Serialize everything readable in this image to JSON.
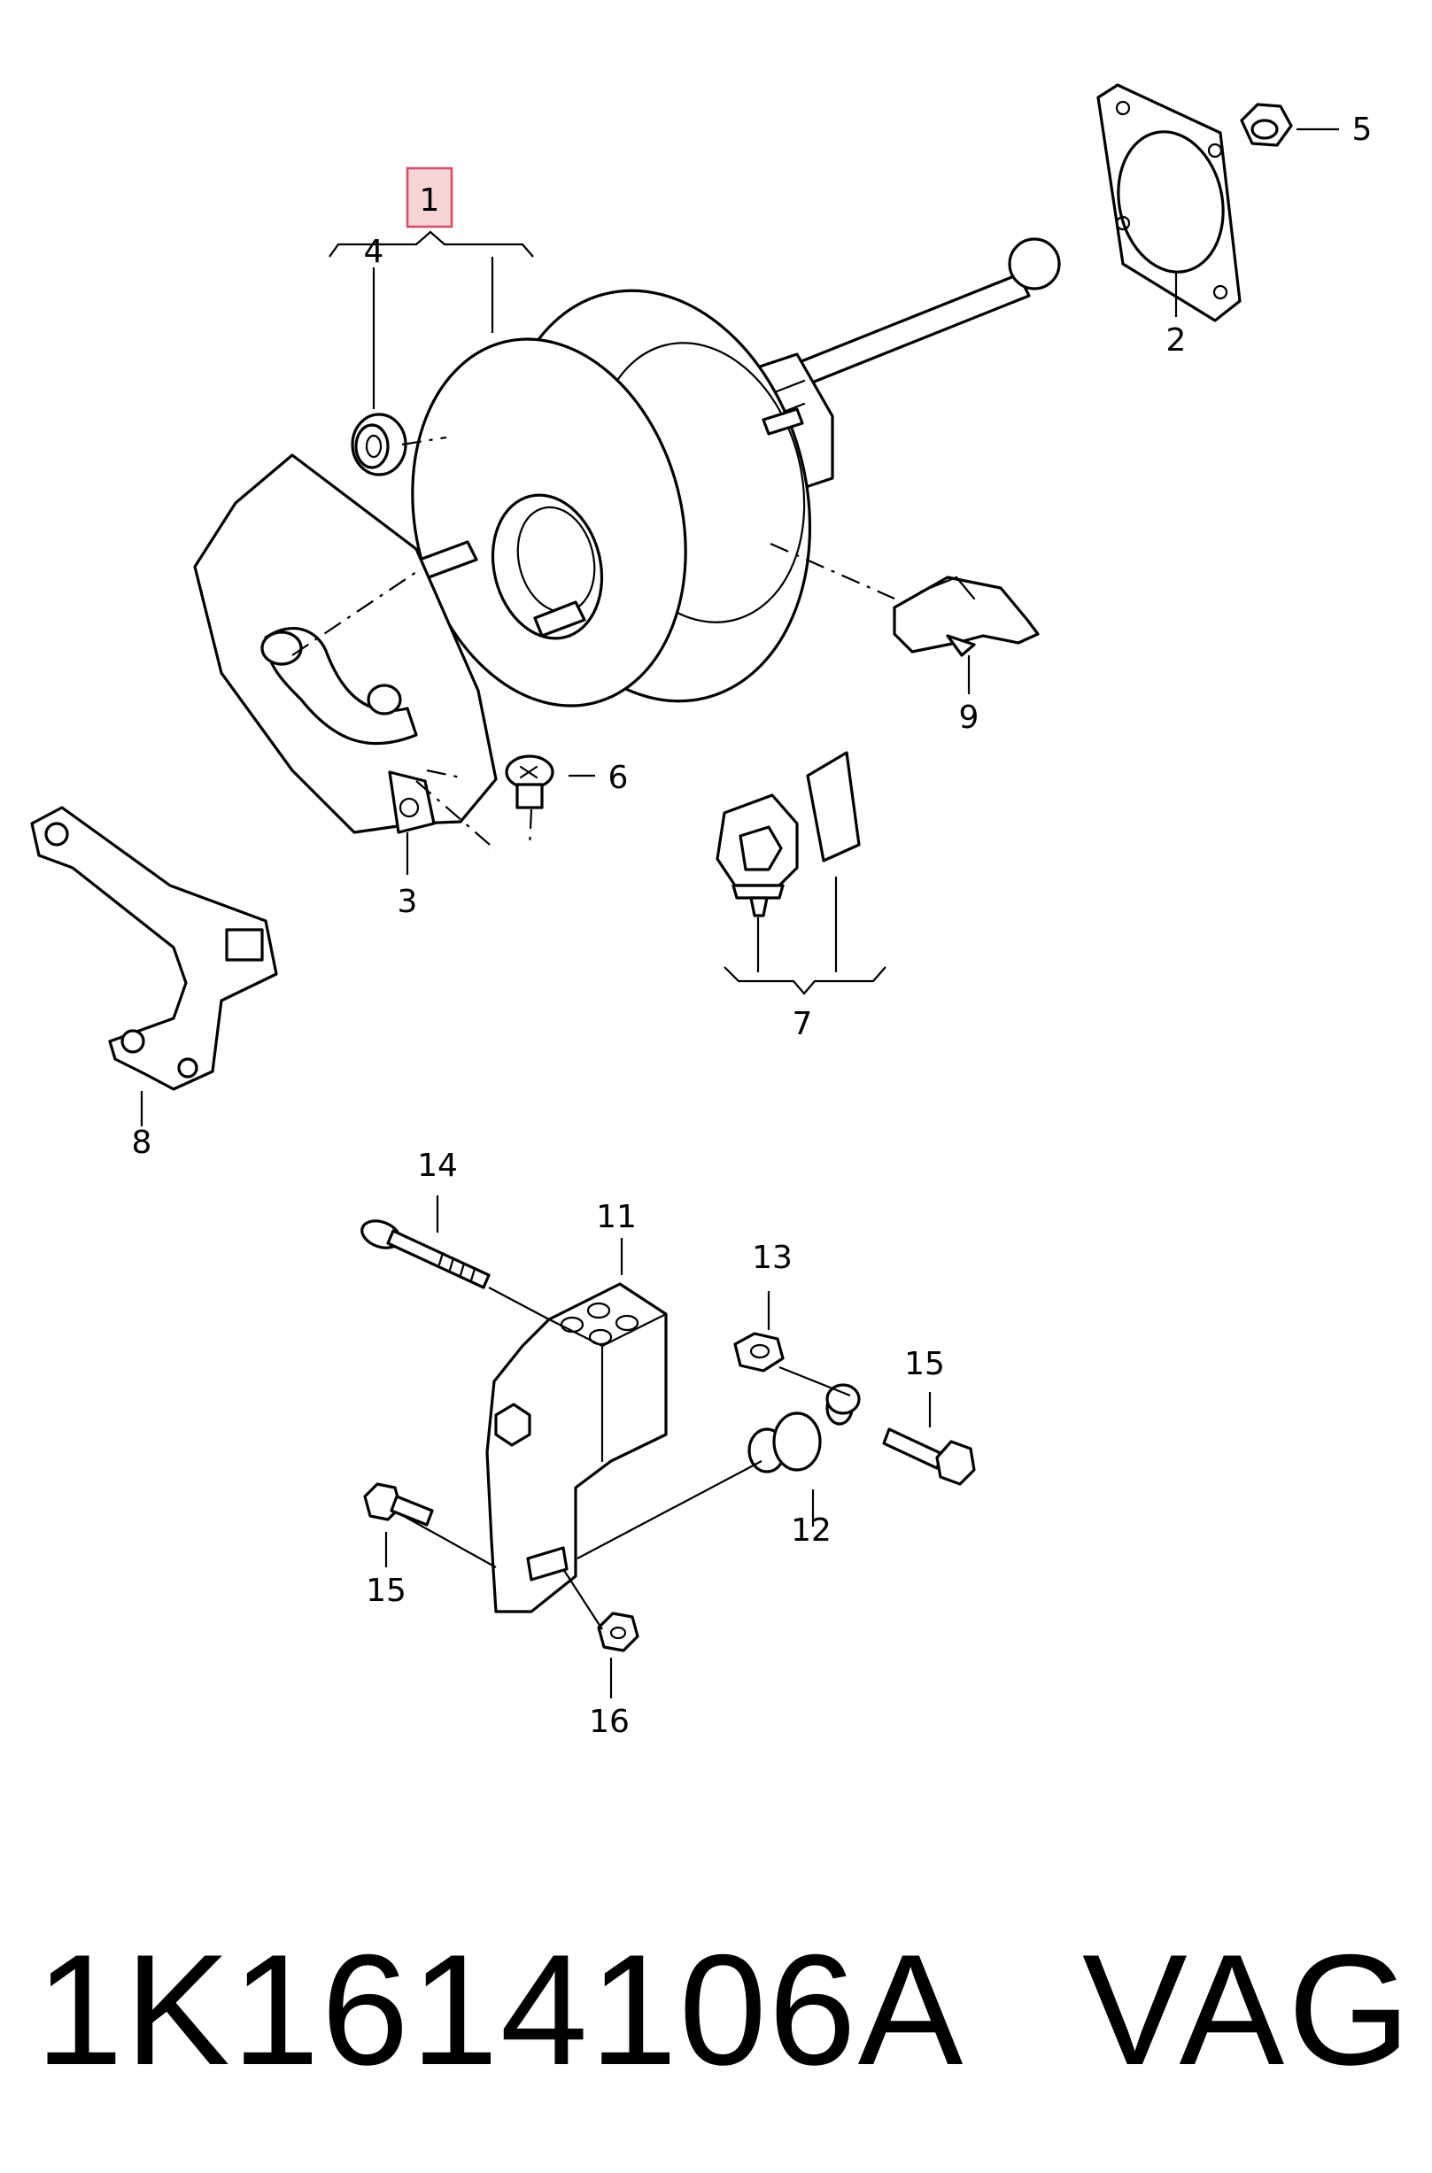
{
  "callouts": {
    "c1": "1",
    "c2": "2",
    "c3": "3",
    "c4": "4",
    "c5": "5",
    "c6": "6",
    "c7": "7",
    "c8": "8",
    "c9": "9",
    "c11": "11",
    "c12": "12",
    "c13": "13",
    "c14": "14",
    "c15a": "15",
    "c15b": "15",
    "c16": "16"
  },
  "highlight_color": "#f6d4d8",
  "footer": {
    "part_number": "1K1614106A",
    "brand": "VAG"
  }
}
